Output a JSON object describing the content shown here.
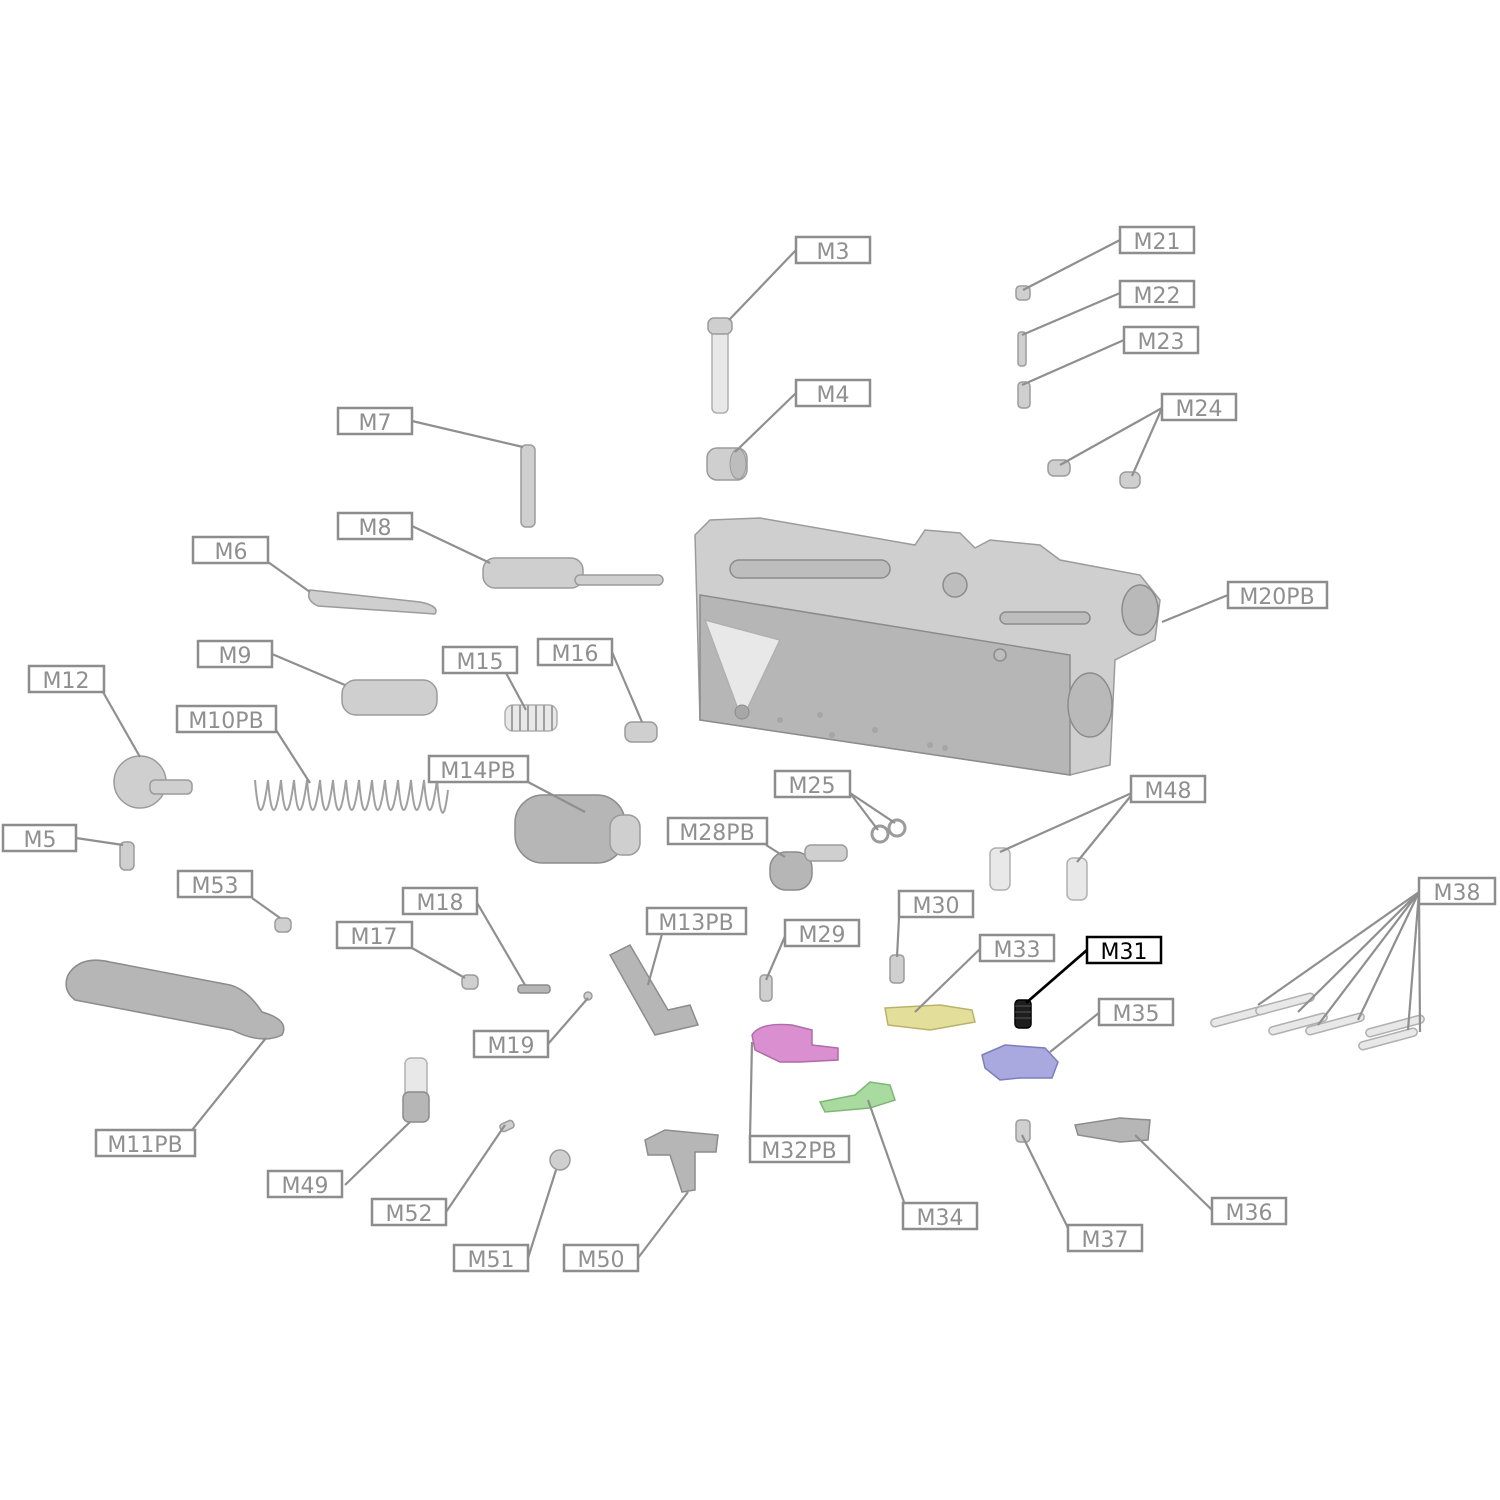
{
  "diagram": {
    "highlight_color": "#000000",
    "label_color": "#8f8f8f",
    "labels": [
      {
        "id": "M3",
        "text": "M3"
      },
      {
        "id": "M4",
        "text": "M4"
      },
      {
        "id": "M5",
        "text": "M5"
      },
      {
        "id": "M6",
        "text": "M6"
      },
      {
        "id": "M7",
        "text": "M7"
      },
      {
        "id": "M8",
        "text": "M8"
      },
      {
        "id": "M9",
        "text": "M9"
      },
      {
        "id": "M10PB",
        "text": "M10PB"
      },
      {
        "id": "M11PB",
        "text": "M11PB"
      },
      {
        "id": "M12",
        "text": "M12"
      },
      {
        "id": "M13PB",
        "text": "M13PB"
      },
      {
        "id": "M14PB",
        "text": "M14PB"
      },
      {
        "id": "M15",
        "text": "M15"
      },
      {
        "id": "M16",
        "text": "M16"
      },
      {
        "id": "M17",
        "text": "M17"
      },
      {
        "id": "M18",
        "text": "M18"
      },
      {
        "id": "M19",
        "text": "M19"
      },
      {
        "id": "M20PB",
        "text": "M20PB"
      },
      {
        "id": "M21",
        "text": "M21"
      },
      {
        "id": "M22",
        "text": "M22"
      },
      {
        "id": "M23",
        "text": "M23"
      },
      {
        "id": "M24",
        "text": "M24"
      },
      {
        "id": "M25",
        "text": "M25"
      },
      {
        "id": "M28PB",
        "text": "M28PB"
      },
      {
        "id": "M29",
        "text": "M29"
      },
      {
        "id": "M30",
        "text": "M30"
      },
      {
        "id": "M31",
        "text": "M31",
        "highlighted": true
      },
      {
        "id": "M32PB",
        "text": "M32PB"
      },
      {
        "id": "M33",
        "text": "M33"
      },
      {
        "id": "M34",
        "text": "M34"
      },
      {
        "id": "M35",
        "text": "M35"
      },
      {
        "id": "M36",
        "text": "M36"
      },
      {
        "id": "M37",
        "text": "M37"
      },
      {
        "id": "M38",
        "text": "M38"
      },
      {
        "id": "M48",
        "text": "M48"
      },
      {
        "id": "M49",
        "text": "M49"
      },
      {
        "id": "M50",
        "text": "M50"
      },
      {
        "id": "M51",
        "text": "M51"
      },
      {
        "id": "M52",
        "text": "M52"
      },
      {
        "id": "M53",
        "text": "M53"
      }
    ],
    "part_colors": {
      "M32PB": "#d98fd0",
      "M33": "#e3df9a",
      "M34": "#a9dba0",
      "M35": "#a9a9e0",
      "M31": "#1e1e1e"
    }
  }
}
